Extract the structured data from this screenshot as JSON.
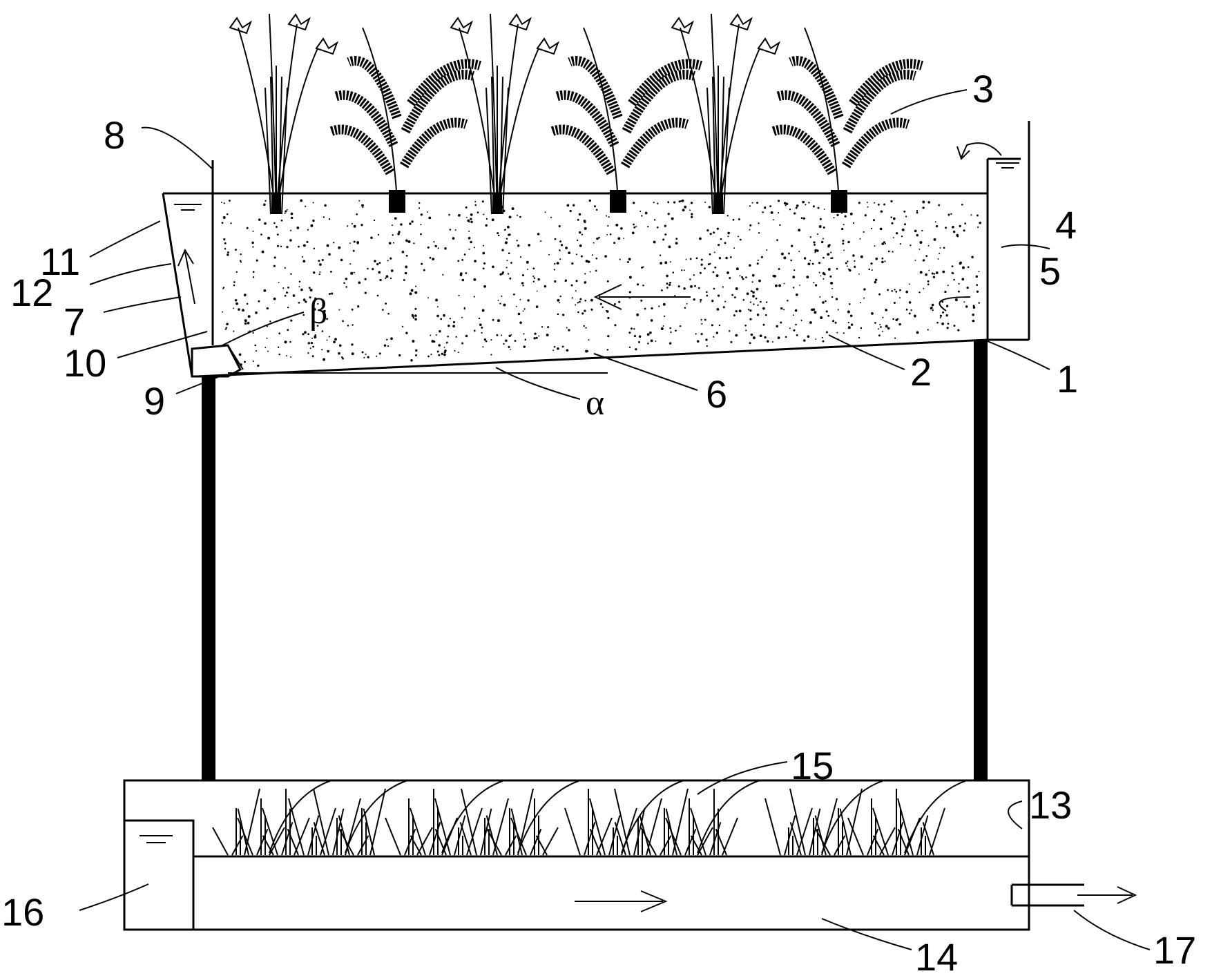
{
  "labels": {
    "l1": "1",
    "l2": "2",
    "l3": "3",
    "l4": "4",
    "l5": "5",
    "l6": "6",
    "l7": "7",
    "l8": "8",
    "l9": "9",
    "l10": "10",
    "l11": "11",
    "l12": "12",
    "l13": "13",
    "l14": "14",
    "l15": "15",
    "l16": "16",
    "l17": "17",
    "alpha": "α",
    "beta": "β"
  },
  "colors": {
    "stroke": "#000000",
    "background": "#ffffff"
  }
}
